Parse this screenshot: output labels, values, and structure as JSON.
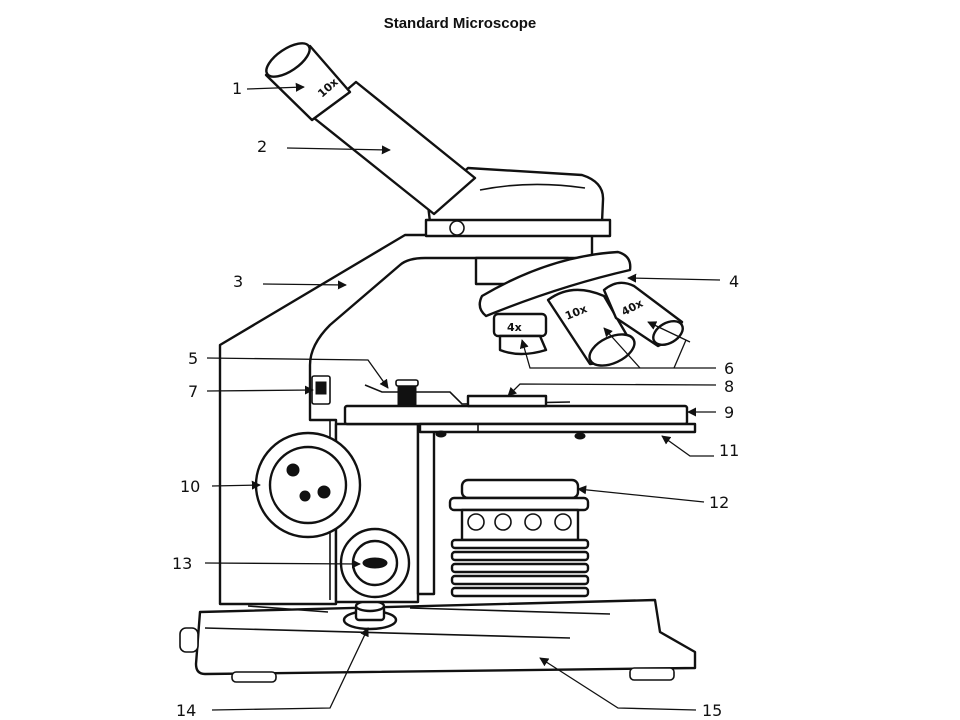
{
  "title": "Standard Microscope",
  "magnifications": {
    "eyepiece": "10x",
    "objective_low": "4x",
    "objective_mid": "10x",
    "objective_high": "40x"
  },
  "labels": [
    "1",
    "2",
    "3",
    "4",
    "5",
    "6",
    "7",
    "8",
    "9",
    "10",
    "11",
    "12",
    "13",
    "14",
    "15"
  ]
}
